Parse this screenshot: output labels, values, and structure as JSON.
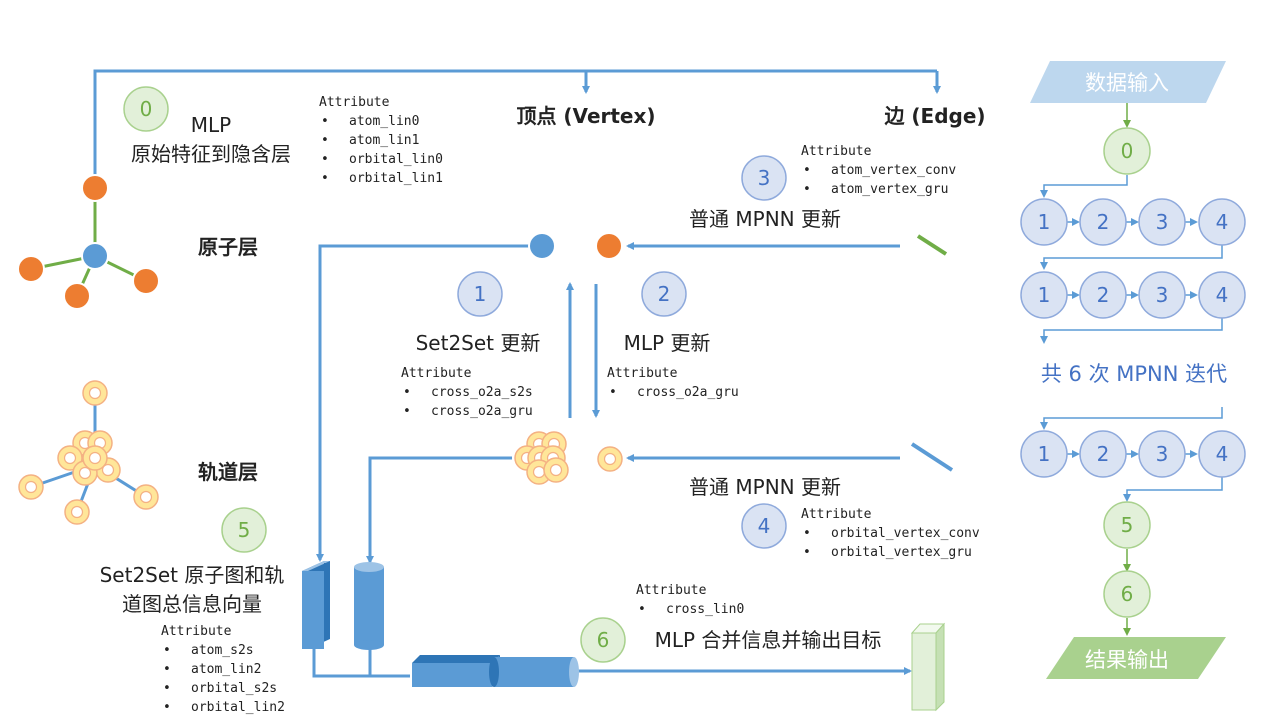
{
  "colors": {
    "line": "#5b9bd5",
    "green_edge": "#70ad47",
    "orange_node": "#ed7d31",
    "blue_node": "#5b9bd5",
    "ring_fill": "#ffe699",
    "ring_stroke": "#f4b183",
    "step_fill": "#dae3f3",
    "step_stroke": "#8faadc",
    "step_green_fill": "#e2f0d9",
    "step_green_stroke": "#a9d18e",
    "cylinder": "#5b9bd5",
    "output_box": "#e2f0d9"
  },
  "headers": {
    "vertex": "顶点 (Vertex)",
    "edge": "边 (Edge)"
  },
  "layers": {
    "atom": "原子层",
    "orbital": "轨道层"
  },
  "step0": {
    "num": "0",
    "title": "MLP",
    "subtitle": "原始特征到隐含层",
    "attr_title": "Attribute",
    "attrs": [
      "atom_lin0",
      "atom_lin1",
      "orbital_lin0",
      "orbital_lin1"
    ]
  },
  "step1": {
    "num": "1",
    "title": "Set2Set 更新",
    "attr_title": "Attribute",
    "attrs": [
      "cross_o2a_s2s",
      "cross_o2a_gru"
    ]
  },
  "step2": {
    "num": "2",
    "title": "MLP 更新",
    "attr_title": "Attribute",
    "attrs": [
      "cross_o2a_gru"
    ]
  },
  "step3": {
    "num": "3",
    "title": "普通 MPNN 更新",
    "attr_title": "Attribute",
    "attrs": [
      "atom_vertex_conv",
      "atom_vertex_gru"
    ]
  },
  "step4": {
    "num": "4",
    "title": "普通 MPNN 更新",
    "attr_title": "Attribute",
    "attrs": [
      "orbital_vertex_conv",
      "orbital_vertex_gru"
    ]
  },
  "step5": {
    "num": "5",
    "title_line1": "Set2Set 原子图和轨",
    "title_line2": "道图总信息向量",
    "attr_title": "Attribute",
    "attrs": [
      "atom_s2s",
      "atom_lin2",
      "orbital_s2s",
      "orbital_lin2"
    ]
  },
  "step6": {
    "num": "6",
    "title": "MLP 合并信息并输出目标",
    "attr_title": "Attribute",
    "attrs": [
      "cross_lin0"
    ]
  },
  "flow": {
    "input": "数据输入",
    "output": "结果输出",
    "iteration": "共 6 次 MPNN 迭代",
    "nodes": [
      "0",
      "1",
      "2",
      "3",
      "4",
      "1",
      "2",
      "3",
      "4",
      "1",
      "2",
      "3",
      "4",
      "5",
      "6"
    ],
    "bullet": "•"
  }
}
